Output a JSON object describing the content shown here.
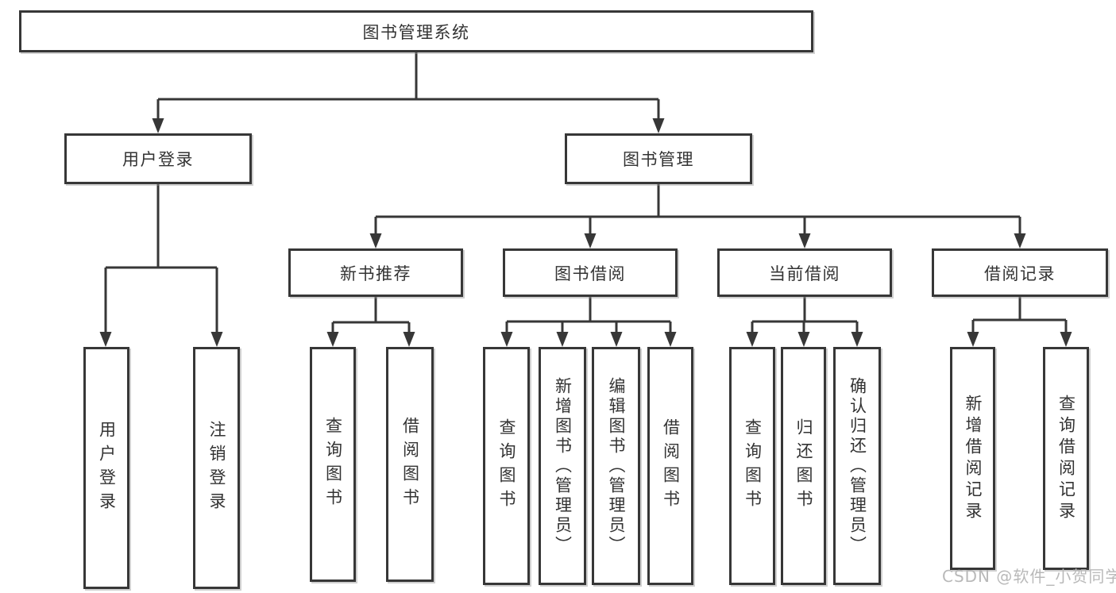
{
  "diagram": {
    "root": {
      "label": "图书管理系统"
    },
    "branches": [
      {
        "label": "用户登录",
        "children": [
          {
            "label": "用户登录"
          },
          {
            "label": "注销登录"
          }
        ]
      },
      {
        "label": "图书管理",
        "children": [
          {
            "label": "新书推荐",
            "children": [
              {
                "label": "查询图书"
              },
              {
                "label": "借阅图书"
              }
            ]
          },
          {
            "label": "图书借阅",
            "children": [
              {
                "label": "查询图书"
              },
              {
                "label": "新增图书（管理员）"
              },
              {
                "label": "编辑图书（管理员）"
              },
              {
                "label": "借阅图书"
              }
            ]
          },
          {
            "label": "当前借阅",
            "children": [
              {
                "label": "查询图书"
              },
              {
                "label": "归还图书"
              },
              {
                "label": "确认归还（管理员）"
              }
            ]
          },
          {
            "label": "借阅记录",
            "children": [
              {
                "label": "新增借阅记录"
              },
              {
                "label": "查询借阅记录"
              }
            ]
          }
        ]
      }
    ]
  },
  "watermark": {
    "text": "CSDN @软件_小贺同学"
  },
  "colors": {
    "line": "#373737",
    "box_border": "#373737",
    "text": "#333333",
    "background": "#ffffff",
    "watermark": "#b9b9b9"
  }
}
